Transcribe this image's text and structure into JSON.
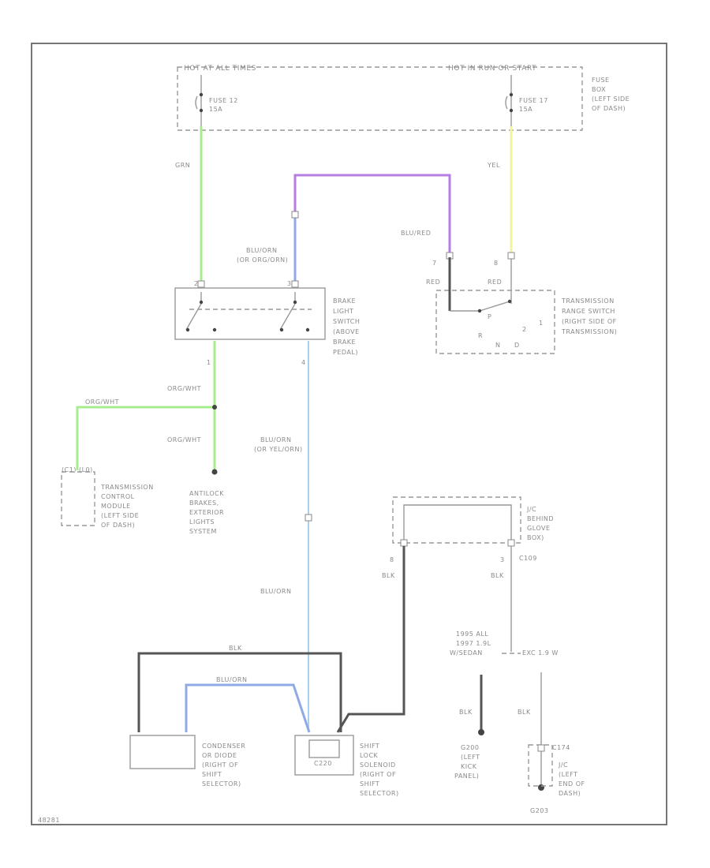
{
  "fuse_box": {
    "left_header": "HOT AT ALL TIMES",
    "right_header": "HOT IN RUN OR START",
    "fuse1_name": "FUSE 12",
    "fuse1_rating": "15A",
    "fuse2_name": "FUSE 17",
    "fuse2_rating": "15A",
    "location": [
      "FUSE",
      "BOX",
      "(LEFT SIDE",
      "OF DASH)"
    ]
  },
  "wires": {
    "grn": "GRN",
    "yel": "YEL",
    "blu_red": "BLU/RED",
    "blu_org_top": [
      "BLU/ORN",
      "(OR ORG/ORN)"
    ],
    "org_wht_top": "ORG/WHT",
    "org_wht_left": "ORG/WHT",
    "org_wht_bottom": "ORG/WHT",
    "blu_org_mid": [
      "BLU/ORN",
      "(OR YEL/ORN)"
    ],
    "blu_org_low": "BLU/ORN",
    "blk_top": "BLK",
    "blu_org_solenoid": "BLU/ORN",
    "blk_jc_left": "BLK",
    "blk_jc_right": "BLK",
    "blk_lower_left": "BLK",
    "blk_lower_right": "BLK"
  },
  "pins": {
    "switch_top_left": "2",
    "switch_top_right": "3",
    "switch_bottom_left": "1",
    "switch_bottom_right": "4",
    "range_left": "7",
    "range_right": "8",
    "jc_left": "8",
    "jc_right": "3",
    "red_left": "RED",
    "red_right": "RED"
  },
  "components": {
    "brake_switch": [
      "BRAKE",
      "LIGHT",
      "SWITCH",
      "(ABOVE",
      "BRAKE",
      "PEDAL)"
    ],
    "range_switch": [
      "TRANSMISSION",
      "RANGE SWITCH",
      "(RIGHT SIDE OF",
      "TRANSMISSION)"
    ],
    "range_positions": [
      "P",
      "R",
      "N",
      "D",
      "2",
      "1"
    ],
    "tcm_connector": "(C1) (L0)",
    "tcm": [
      "TRANSMISSION",
      "CONTROL",
      "MODULE",
      "(LEFT SIDE",
      "OF DASH)"
    ],
    "antilock": [
      "ANTILOCK",
      "BRAKES,",
      "EXTERIOR",
      "LIGHTS",
      "SYSTEM"
    ],
    "jc": [
      "J/C",
      "BEHIND",
      "GLOVE",
      "BOX)"
    ],
    "jc_connector": "C109",
    "condenser": [
      "CONDENSER",
      "OR DIODE",
      "(RIGHT OF",
      "SHIFT",
      "SELECTOR)"
    ],
    "solenoid_inner": "C220",
    "solenoid": [
      "SHIFT",
      "LOCK",
      "SOLENOID",
      "(RIGHT OF",
      "SHIFT",
      "SELECTOR)"
    ],
    "variant_left": [
      "1995 ALL",
      "1997 1.9L",
      "W/SEDAN"
    ],
    "variant_right": "EXC 1.9 W",
    "ground_g200": [
      "G200",
      "(LEFT",
      "KICK",
      "PANEL)"
    ],
    "c174": "C174",
    "jc_left_end": [
      "J/C",
      "(LEFT",
      "END OF",
      "DASH)"
    ],
    "g203": "G203",
    "corner_code": "48281"
  }
}
